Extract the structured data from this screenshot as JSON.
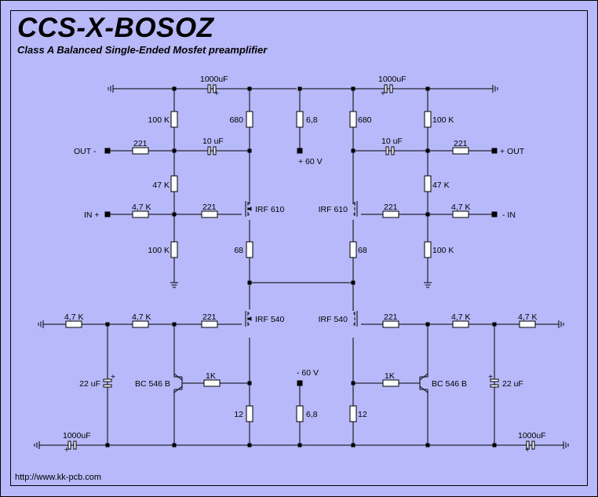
{
  "header": {
    "title": "CCS-X-BOSOZ",
    "subtitle": "Class A Balanced Single-Ended Mosfet preamplifier"
  },
  "footer": {
    "url": "http://www.kk-pcb.com"
  },
  "labels": {
    "cap_1000uF": "1000uF",
    "plus": "+",
    "minus": "-",
    "r_100k": "100 K",
    "r_680": "680",
    "r_6_8": "6,8",
    "r_221": "221",
    "cap_10uF": "10 uF",
    "out_minus": "OUT -",
    "out_plus": "+ OUT",
    "supply_pos": "+ 60 V",
    "supply_neg": "- 60 V",
    "r_47k": "47 K",
    "r_4_7k": "4,7 K",
    "in_plus": "IN +",
    "in_minus": "- IN",
    "irf610": "IRF 610",
    "r_68": "68",
    "irf540": "IRF 540",
    "cap_22uF": "22 uF",
    "bc546b": "BC 546 B",
    "r_1k": "1K",
    "r_12": "12"
  },
  "colors": {
    "background": "#b7b9fa",
    "line": "#000000"
  }
}
